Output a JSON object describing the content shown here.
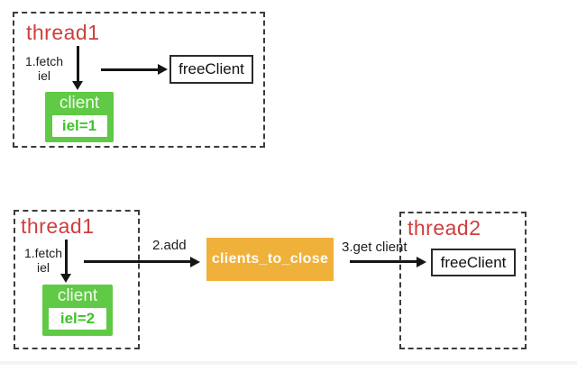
{
  "colors": {
    "thread_red": "#cf3e3c",
    "client_green": "#60c945",
    "client_value_green": "#3fc22c",
    "queue_orange": "#f0b13a",
    "arrow_black": "#151515"
  },
  "top_diagram": {
    "thread_label": "thread1",
    "fetch_line1": "1.fetch",
    "fetch_line2": "iel",
    "free_client_label": "freeClient",
    "client_title": "client",
    "client_value": "iel=1"
  },
  "bottom_diagram": {
    "thread1_label": "thread1",
    "fetch_line1": "1.fetch",
    "fetch_line2": "iel",
    "client_title": "client",
    "client_value": "iel=2",
    "add_arrow_label": "2.add",
    "queue_label": "clients_to_close",
    "get_arrow_label": "3.get client",
    "thread2_label": "thread2",
    "free_client_label": "freeClient"
  }
}
